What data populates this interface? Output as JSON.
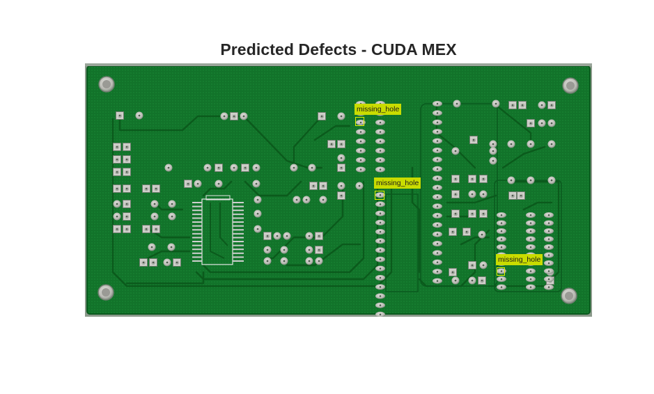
{
  "figure": {
    "title": "Predicted Defects - CUDA MEX"
  },
  "board": {
    "icon": "pcb-board-image",
    "colors": {
      "substrate": "#0f6b24",
      "trace": "#0a4f18",
      "pad": "#c9c9c4",
      "silkscreen": "#e8e8e8",
      "frame": "#8c9a8c"
    }
  },
  "detections": [
    {
      "id": "det-1",
      "label": "missing_hole"
    },
    {
      "id": "det-2",
      "label": "missing_hole"
    },
    {
      "id": "det-3",
      "label": "missing_hole"
    }
  ],
  "annotation_colors": {
    "box": "#e3f000",
    "label_bg": "#c9dc00"
  }
}
